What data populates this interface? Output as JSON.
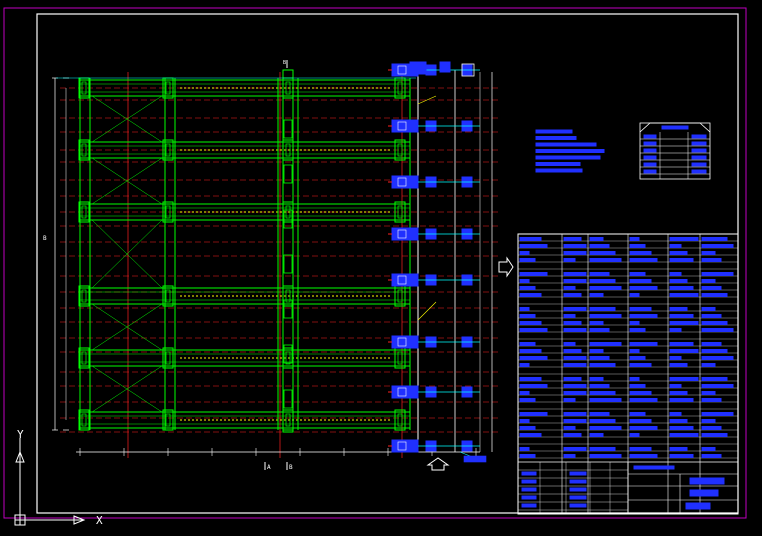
{
  "app": {
    "title": ""
  },
  "colors": {
    "background": "#000000",
    "frame_outer": "#c000c0",
    "frame_inner": "#ffffff",
    "structure": "#00ff00",
    "axis": "#ff2020",
    "blue": "#2030ff",
    "yellow": "#ffff00",
    "cyan": "#00ffff",
    "white": "#ffffff"
  },
  "ucs": {
    "x_label": "X",
    "y_label": "Y",
    "icon": "ucs-axis-icon"
  },
  "drawing": {
    "section_marks": [
      "A",
      "A",
      "B",
      "B"
    ],
    "dimension_label_left": "B",
    "arrow_right_icon": "hollow-arrow-right-icon",
    "arrow_up_icon": "hollow-arrow-up-icon"
  }
}
